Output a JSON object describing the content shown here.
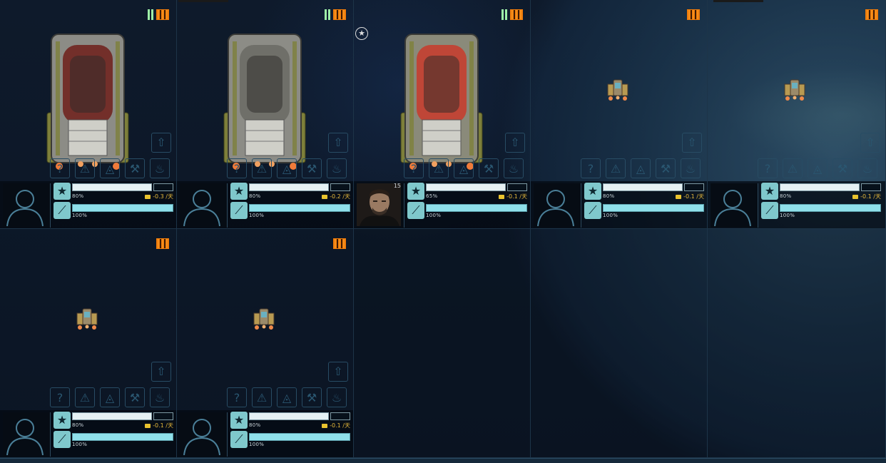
{
  "cells": [
    {
      "id": "ship-1",
      "crew_ok": true,
      "ship_size": "large-a",
      "portrait": "silhouette",
      "level": "",
      "stat1_pct": "80%",
      "stat1_fill": 0.8,
      "cost": "-0.3 /天",
      "stat2_pct": "100%",
      "show_star": false
    },
    {
      "id": "ship-2",
      "crew_ok": true,
      "ship_size": "large-b",
      "portrait": "silhouette",
      "level": "",
      "stat1_pct": "80%",
      "stat1_fill": 0.8,
      "cost": "-0.2 /天",
      "stat2_pct": "100%",
      "show_star": false
    },
    {
      "id": "ship-3",
      "crew_ok": true,
      "ship_size": "large-c",
      "portrait": "officer",
      "level": "15",
      "stat1_pct": "65%",
      "stat1_fill": 0.65,
      "cost": "-0.1 /天",
      "stat2_pct": "100%",
      "show_star": true
    },
    {
      "id": "ship-4",
      "crew_ok": false,
      "ship_size": "small",
      "portrait": "silhouette",
      "level": "",
      "stat1_pct": "80%",
      "stat1_fill": 0.8,
      "cost": "-0.1 /天",
      "stat2_pct": "100%",
      "show_star": false
    },
    {
      "id": "ship-5",
      "crew_ok": false,
      "ship_size": "small",
      "portrait": "silhouette",
      "level": "",
      "stat1_pct": "80%",
      "stat1_fill": 0.8,
      "cost": "-0.1 /天",
      "stat2_pct": "100%",
      "show_star": false
    },
    {
      "id": "ship-6",
      "crew_ok": false,
      "ship_size": "small",
      "portrait": "silhouette",
      "level": "",
      "stat1_pct": "80%",
      "stat1_fill": 0.8,
      "cost": "-0.1 /天",
      "stat2_pct": "100%",
      "show_star": false
    },
    {
      "id": "ship-7",
      "crew_ok": false,
      "ship_size": "small",
      "portrait": "silhouette",
      "level": "",
      "stat1_pct": "80%",
      "stat1_fill": 0.8,
      "cost": "-0.1 /天",
      "stat2_pct": "100%",
      "show_star": false
    }
  ],
  "icons": {
    "action_icons": [
      "question-icon",
      "hazard-icon",
      "drop-icon",
      "wrench-icon",
      "flame-icon"
    ],
    "upgrade_icon": "arrow-up-icon",
    "stat1_icon": "star-icon",
    "stat2_icon": "hull-icon",
    "cost_icon": "supply-icon"
  },
  "colors": {
    "crew_ok": "#9ef0a8",
    "crew_warn": "#f07b0a",
    "cost_text": "#e7b93b",
    "bar_cyan": "#8fe0ea"
  }
}
